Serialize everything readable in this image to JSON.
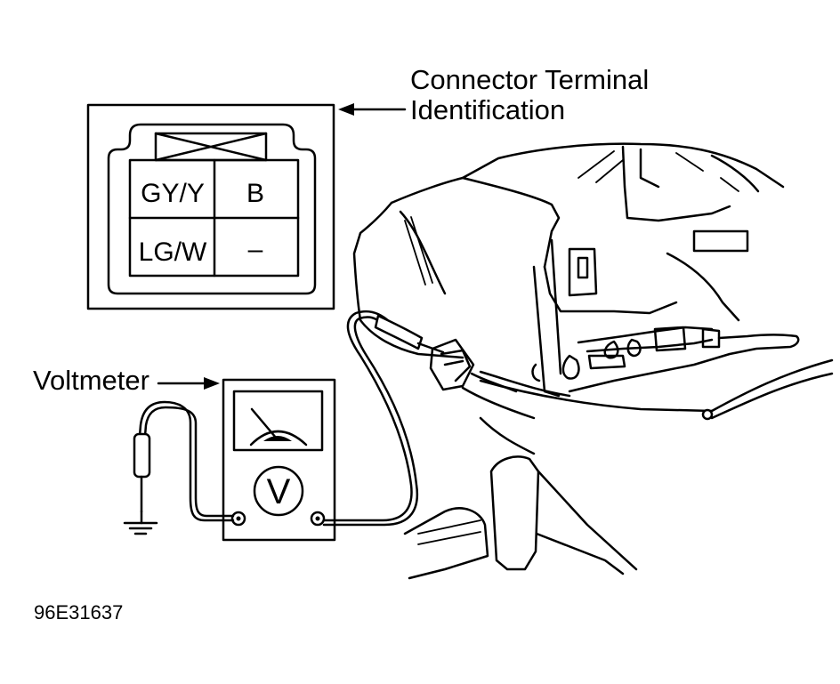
{
  "callouts": {
    "connector_line1": "Connector Terminal",
    "connector_line2": "Identification",
    "voltmeter": "Voltmeter"
  },
  "connector": {
    "terminals": [
      {
        "label": "GY/Y"
      },
      {
        "label": "B"
      },
      {
        "label": "LG/W"
      },
      {
        "label": "–"
      }
    ]
  },
  "meter": {
    "symbol": "V"
  },
  "figure_id": "96E31637"
}
